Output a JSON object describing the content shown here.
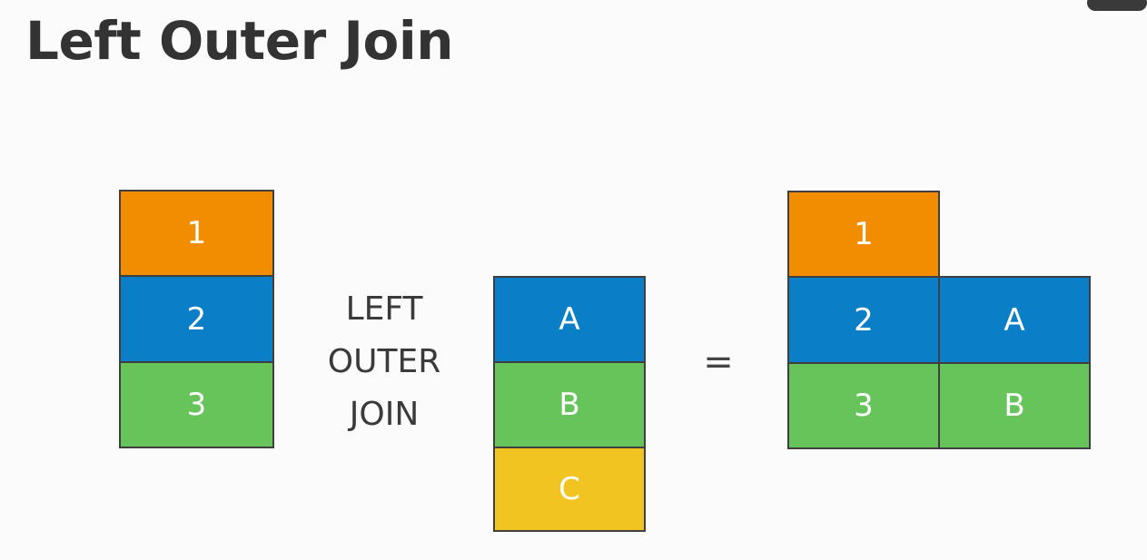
{
  "title": "Left Outer Join",
  "left_table": [
    "1",
    "2",
    "3"
  ],
  "operator": {
    "line1": "LEFT",
    "line2": "OUTER",
    "line3": "JOIN"
  },
  "right_table": [
    "A",
    "B",
    "C"
  ],
  "equals": "=",
  "result": {
    "left_column": [
      "1",
      "2",
      "3"
    ],
    "right_column": [
      "A",
      "B"
    ]
  },
  "colors": {
    "row1": "#f28c00",
    "row2": "#0a7ec6",
    "row3": "#67c45a",
    "row4": "#f1c422",
    "border": "#3f3f3f",
    "text": "#ffffff",
    "title": "#333333"
  }
}
